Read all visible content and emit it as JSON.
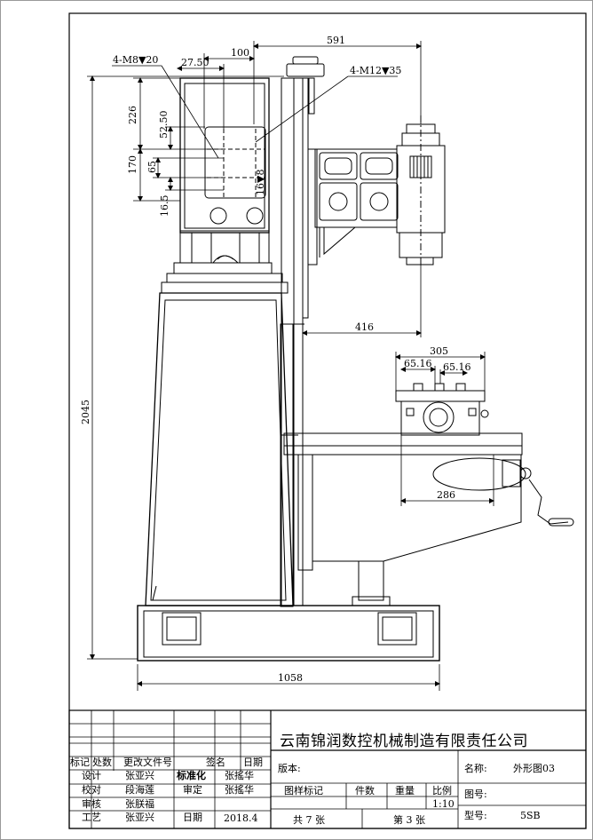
{
  "dimensions": {
    "d591": "591",
    "d100": "100",
    "d27_50": "27.50",
    "m8": "4-M8▼20",
    "m12": "4-M12▼35",
    "d226": "226",
    "d52_50": "52.50",
    "d170": "170",
    "d65": "65",
    "d16_5": "16.5",
    "d16_8": "16▼8",
    "d416": "416",
    "d305": "305",
    "d65_16a": "65.16",
    "d65_16b": "65.16",
    "d286": "286",
    "d2045": "2045",
    "d1058": "1058"
  },
  "title_block": {
    "company": "云南锦润数控机械制造有限责任公司",
    "col_headers": [
      "标记",
      "处数",
      "更改文件号",
      "签名",
      "日期"
    ],
    "row_design": {
      "label": "设计",
      "name": "张亚兴",
      "std_label": "标准化",
      "std_name": "张搖华"
    },
    "row_check": {
      "label": "校对",
      "name": "段海莲",
      "review_label": "审定",
      "review_name": "张搖华"
    },
    "row_audit": {
      "label": "审核",
      "name": "张朕福"
    },
    "row_process": {
      "label": "工艺",
      "name": "张亚兴",
      "date_label": "日期",
      "date": "2018.4"
    },
    "version_label": "版本:",
    "pattern_label": "图样标记",
    "count_label": "件数",
    "weight_label": "重量",
    "scale_label": "比例",
    "scale_value": "1:10",
    "total_sheets": "共 7 张",
    "sheet_no": "第 3 张",
    "name_label": "名称:",
    "name_value": "外形图03",
    "drawing_no_label": "图号:",
    "model_label": "型号:",
    "model_value": "5SB"
  }
}
